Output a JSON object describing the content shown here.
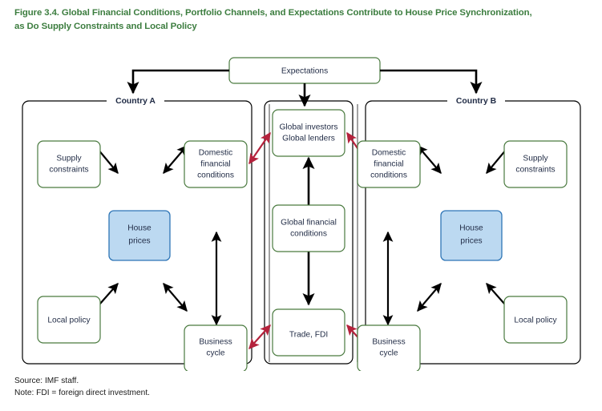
{
  "figure": {
    "title_line1": "Figure 3.4. Global Financial Conditions, Portfolio Channels, and Expectations Contribute to House Price Synchronization,",
    "title_line2": "as Do Supply Constraints and Local Policy",
    "source_note": "Source: IMF staff.",
    "definition_note": "Note: FDI = foreign direct investment."
  },
  "colors": {
    "title_green": "#3c7d3f",
    "box_border_green": "#4a7a3f",
    "box_text_navy": "#1f2a44",
    "house_prices_fill": "#bcd9f1",
    "house_prices_border": "#2e75b6",
    "arrow_black": "#000000",
    "arrow_red": "#b4223c",
    "panel_border": "#000000",
    "center_shadow": "#8a8a8a",
    "background": "#ffffff"
  },
  "top": {
    "expectations_label": "Expectations"
  },
  "panels": {
    "country_a": {
      "label": "Country A",
      "nodes": {
        "supply_constraints": "Supply\nconstraints",
        "supply_constraints_l1": "Supply",
        "supply_constraints_l2": "constraints",
        "domestic_financial_l1": "Domestic",
        "domestic_financial_l2": "financial",
        "domestic_financial_l3": "conditions",
        "house_prices_l1": "House",
        "house_prices_l2": "prices",
        "local_policy": "Local policy",
        "business_cycle_l1": "Business",
        "business_cycle_l2": "cycle"
      }
    },
    "country_b": {
      "label": "Country B",
      "nodes": {
        "supply_constraints_l1": "Supply",
        "supply_constraints_l2": "constraints",
        "domestic_financial_l1": "Domestic",
        "domestic_financial_l2": "financial",
        "domestic_financial_l3": "conditions",
        "house_prices_l1": "House",
        "house_prices_l2": "prices",
        "local_policy": "Local policy",
        "business_cycle_l1": "Business",
        "business_cycle_l2": "cycle"
      }
    }
  },
  "center": {
    "global_investors_l1": "Global investors",
    "global_investors_l2": "Global lenders",
    "global_financial_l1": "Global financial",
    "global_financial_l2": "conditions",
    "trade_fdi": "Trade, FDI"
  },
  "chart_data": {
    "type": "diagram",
    "title": "Figure 3.4. Global Financial Conditions, Portfolio Channels, and Expectations Contribute to House Price Synchronization, as Do Supply Constraints and Local Policy",
    "nodes": [
      {
        "id": "expectations",
        "label": "Expectations",
        "group": "top",
        "style": "green-box"
      },
      {
        "id": "a_supply_constraints",
        "label": "Supply constraints",
        "group": "country_a",
        "style": "green-box"
      },
      {
        "id": "a_domestic_financial_conditions",
        "label": "Domestic financial conditions",
        "group": "country_a",
        "style": "green-box"
      },
      {
        "id": "a_house_prices",
        "label": "House prices",
        "group": "country_a",
        "style": "blue-box"
      },
      {
        "id": "a_local_policy",
        "label": "Local policy",
        "group": "country_a",
        "style": "green-box"
      },
      {
        "id": "a_business_cycle",
        "label": "Business cycle",
        "group": "country_a",
        "style": "green-box"
      },
      {
        "id": "g_global_investors_lenders",
        "label": "Global investors Global lenders",
        "group": "global",
        "style": "green-box"
      },
      {
        "id": "g_global_financial_conditions",
        "label": "Global financial conditions",
        "group": "global",
        "style": "green-box"
      },
      {
        "id": "g_trade_fdi",
        "label": "Trade, FDI",
        "group": "global",
        "style": "green-box"
      },
      {
        "id": "b_domestic_financial_conditions",
        "label": "Domestic financial conditions",
        "group": "country_b",
        "style": "green-box"
      },
      {
        "id": "b_supply_constraints",
        "label": "Supply constraints",
        "group": "country_b",
        "style": "green-box"
      },
      {
        "id": "b_house_prices",
        "label": "House prices",
        "group": "country_b",
        "style": "blue-box"
      },
      {
        "id": "b_business_cycle",
        "label": "Business cycle",
        "group": "country_b",
        "style": "green-box"
      },
      {
        "id": "b_local_policy",
        "label": "Local policy",
        "group": "country_b",
        "style": "green-box"
      }
    ],
    "groups": [
      {
        "id": "country_a",
        "label": "Country A"
      },
      {
        "id": "global",
        "label": ""
      },
      {
        "id": "country_b",
        "label": "Country B"
      }
    ],
    "edges": [
      {
        "from": "expectations",
        "to": "country_a",
        "direction": "one-way",
        "color": "#000000"
      },
      {
        "from": "expectations",
        "to": "g_global_investors_lenders",
        "direction": "one-way",
        "color": "#000000"
      },
      {
        "from": "expectations",
        "to": "country_b",
        "direction": "one-way",
        "color": "#000000"
      },
      {
        "from": "a_supply_constraints",
        "to": "a_house_prices",
        "direction": "one-way",
        "color": "#000000"
      },
      {
        "from": "a_local_policy",
        "to": "a_house_prices",
        "direction": "one-way",
        "color": "#000000"
      },
      {
        "from": "a_house_prices",
        "to": "a_domestic_financial_conditions",
        "direction": "two-way",
        "color": "#000000"
      },
      {
        "from": "a_house_prices",
        "to": "a_business_cycle",
        "direction": "two-way",
        "color": "#000000"
      },
      {
        "from": "a_domestic_financial_conditions",
        "to": "a_business_cycle",
        "direction": "two-way",
        "color": "#000000"
      },
      {
        "from": "a_domestic_financial_conditions",
        "to": "g_global_investors_lenders",
        "direction": "two-way",
        "color": "#b4223c"
      },
      {
        "from": "a_business_cycle",
        "to": "g_trade_fdi",
        "direction": "two-way",
        "color": "#b4223c"
      },
      {
        "from": "g_global_financial_conditions",
        "to": "g_global_investors_lenders",
        "direction": "one-way",
        "color": "#000000"
      },
      {
        "from": "g_global_financial_conditions",
        "to": "g_trade_fdi",
        "direction": "one-way",
        "color": "#000000"
      },
      {
        "from": "b_domestic_financial_conditions",
        "to": "g_global_investors_lenders",
        "direction": "two-way",
        "color": "#b4223c"
      },
      {
        "from": "b_business_cycle",
        "to": "g_trade_fdi",
        "direction": "two-way",
        "color": "#b4223c"
      },
      {
        "from": "b_supply_constraints",
        "to": "b_house_prices",
        "direction": "one-way",
        "color": "#000000"
      },
      {
        "from": "b_local_policy",
        "to": "b_house_prices",
        "direction": "one-way",
        "color": "#000000"
      },
      {
        "from": "b_house_prices",
        "to": "b_domestic_financial_conditions",
        "direction": "two-way",
        "color": "#000000"
      },
      {
        "from": "b_house_prices",
        "to": "b_business_cycle",
        "direction": "two-way",
        "color": "#000000"
      },
      {
        "from": "b_domestic_financial_conditions",
        "to": "b_business_cycle",
        "direction": "two-way",
        "color": "#000000"
      }
    ]
  }
}
